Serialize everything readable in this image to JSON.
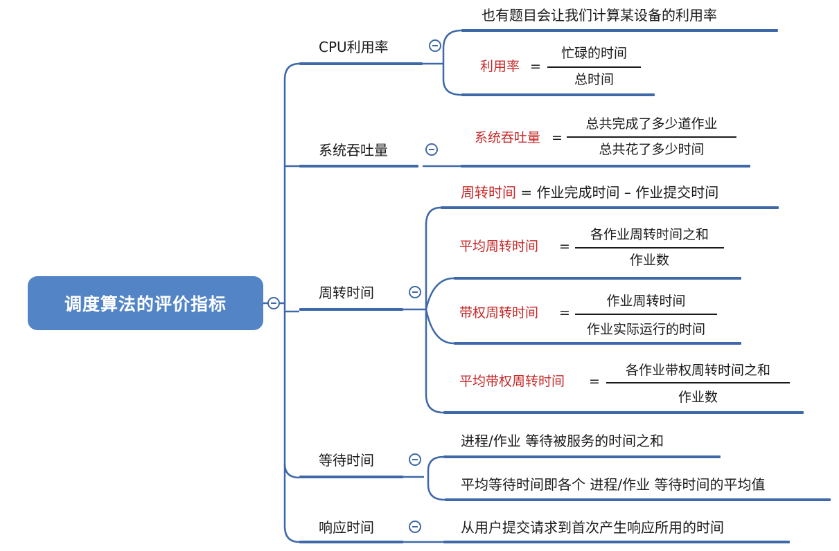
{
  "root": {
    "label": "调度算法的评价指标"
  },
  "branches": {
    "cpu": {
      "label": "CPU利用率",
      "note": "也有题目会让我们计算某设备的利用率",
      "formula": {
        "name": "利用率",
        "eq": "=",
        "numerator": "忙碌的时间",
        "denominator": "总时间"
      }
    },
    "throughput": {
      "label": "系统吞吐量",
      "formula": {
        "name": "系统吞吐量",
        "eq": "=",
        "numerator": "总共完成了多少道作业",
        "denominator": "总共花了多少时间"
      }
    },
    "turnaround": {
      "label": "周转时间",
      "f1": {
        "name": "周转时间",
        "rest": "= 作业完成时间 – 作业提交时间"
      },
      "f2": {
        "name": "平均周转时间",
        "eq": "=",
        "numerator": "各作业周转时间之和",
        "denominator": "作业数"
      },
      "f3": {
        "name": "带权周转时间",
        "eq": "=",
        "numerator": "作业周转时间",
        "denominator": "作业实际运行的时间"
      },
      "f4": {
        "name": "平均带权周转时间",
        "eq": "=",
        "numerator": "各作业带权周转时间之和",
        "denominator": "作业数"
      }
    },
    "waiting": {
      "label": "等待时间",
      "c1": "进程/作业 等待被服务的时间之和",
      "c2": "平均等待时间即各个 进程/作业 等待时间的平均值"
    },
    "response": {
      "label": "响应时间",
      "c1": "从用户提交请求到首次产生响应所用的时间"
    }
  },
  "colors": {
    "root_bg": "#5384c6",
    "line": "#3e68a8",
    "term": "#c62828"
  }
}
